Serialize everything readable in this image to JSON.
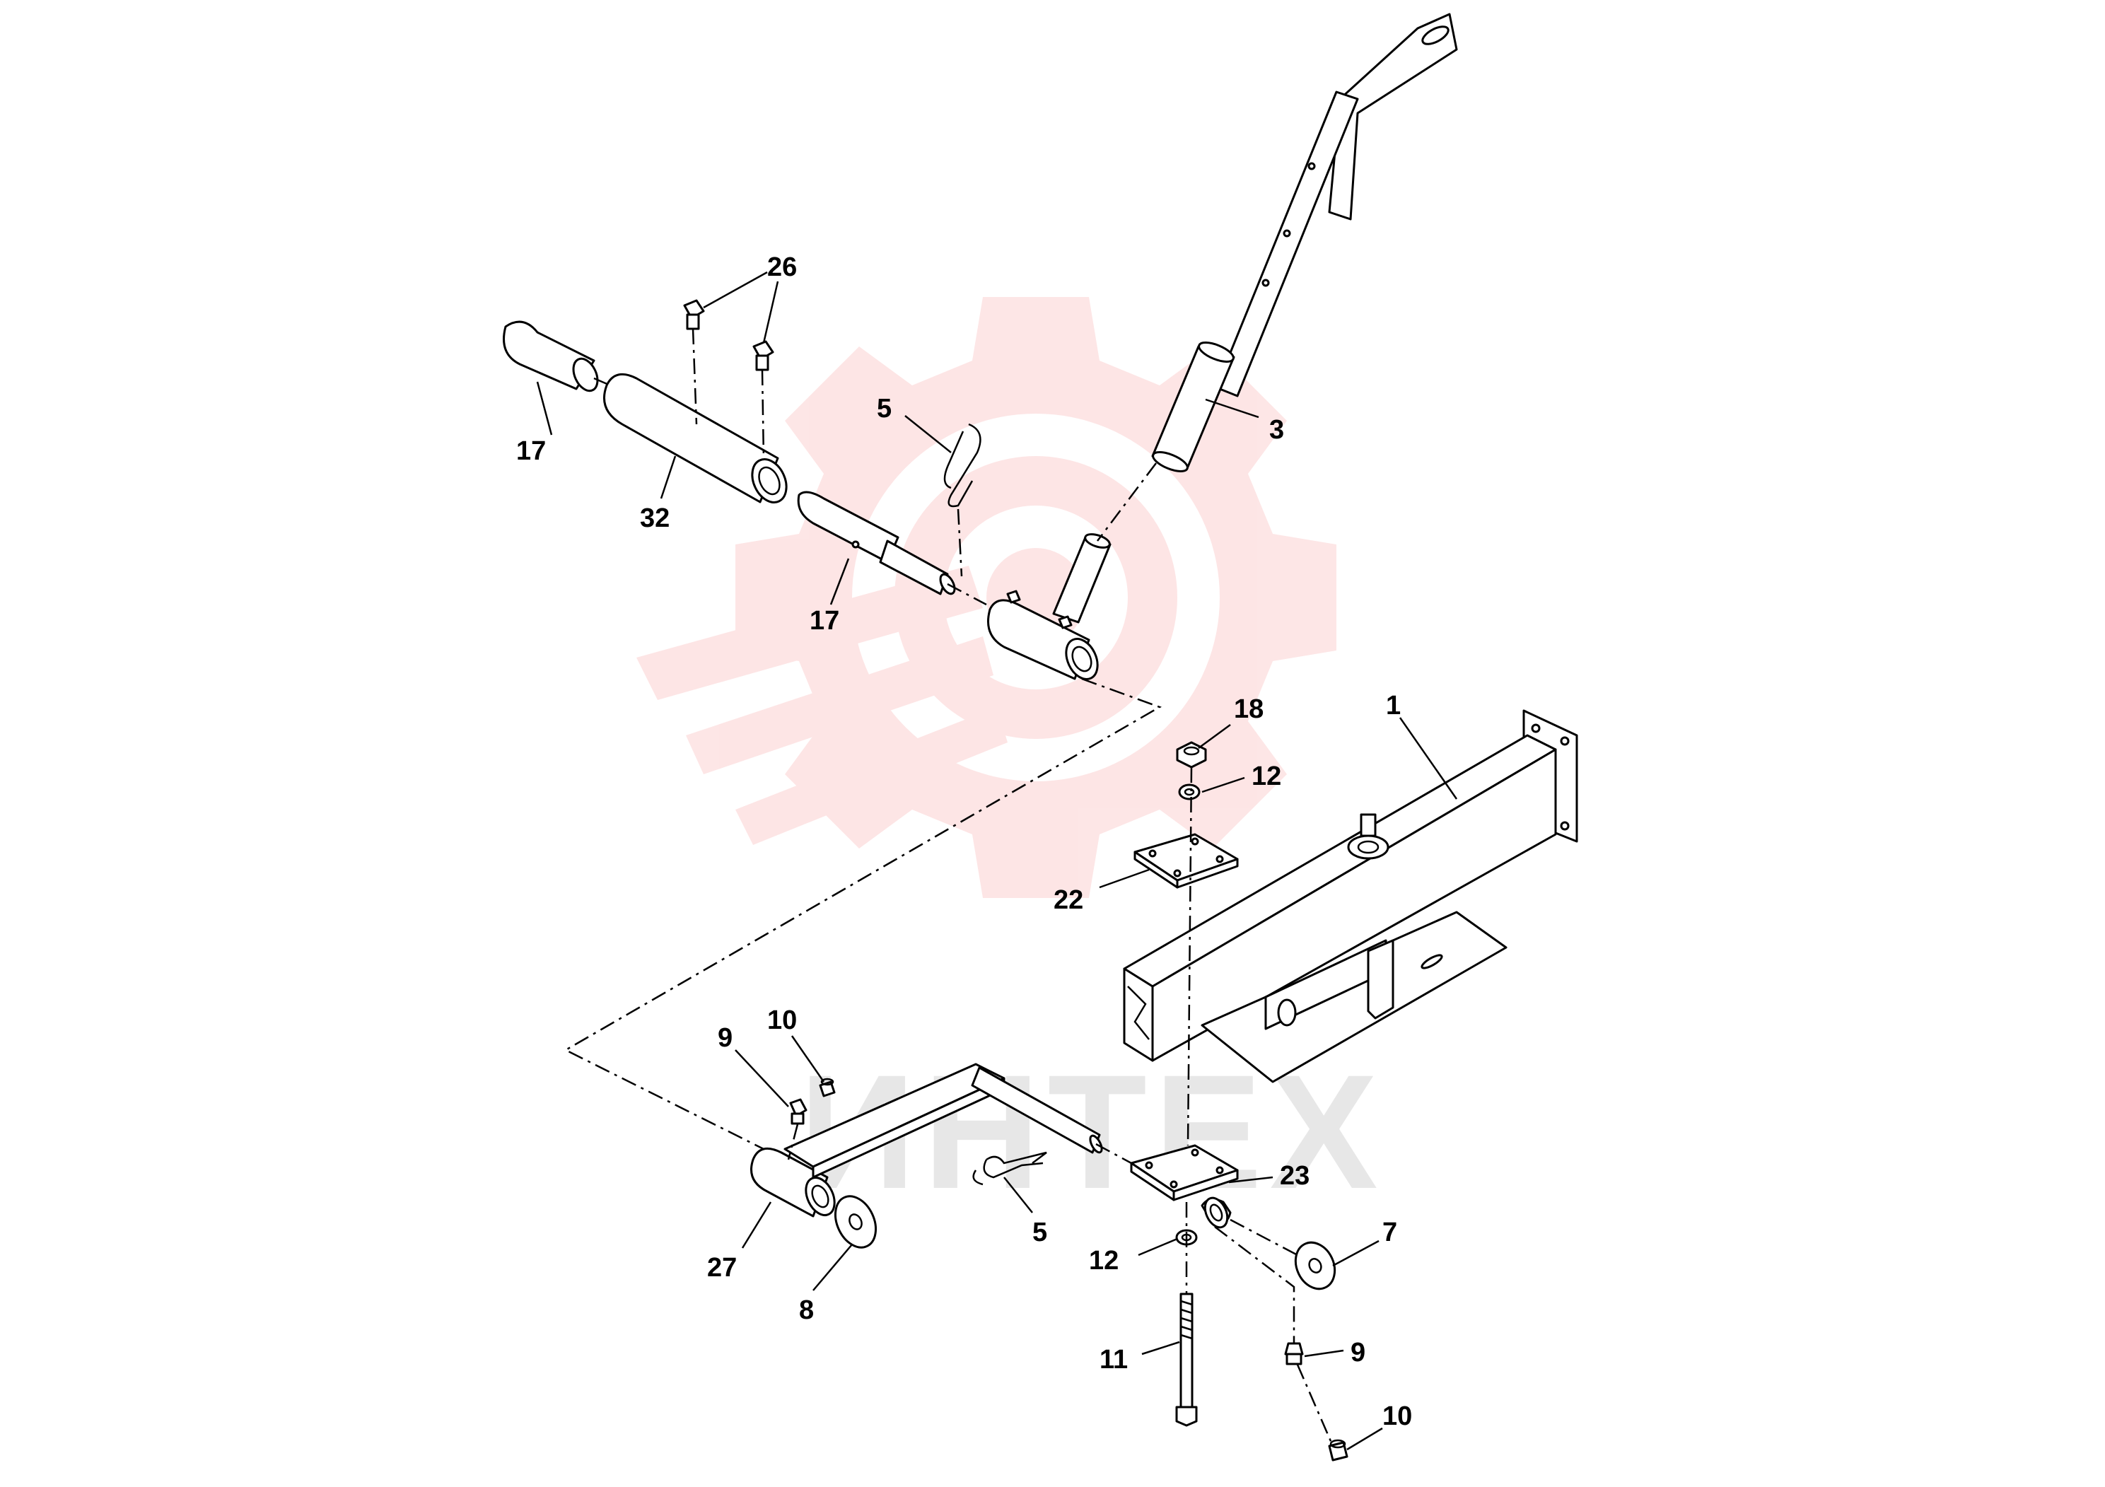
{
  "diagram": {
    "watermark": {
      "text": "ИНТЕХ",
      "color": "#f04040"
    },
    "callouts": {
      "c26": "26",
      "c17a": "17",
      "c32": "32",
      "c5a": "5",
      "c17b": "17",
      "c3": "3",
      "c18": "18",
      "c12a": "12",
      "c1": "1",
      "c22": "22",
      "c10a": "10",
      "c9a": "9",
      "c23": "23",
      "c7": "7",
      "c5b": "5",
      "c27": "27",
      "c8": "8",
      "c12b": "12",
      "c9b": "9",
      "c11": "11",
      "c10b": "10"
    },
    "colors": {
      "line": "#000000",
      "background": "#ffffff"
    }
  }
}
